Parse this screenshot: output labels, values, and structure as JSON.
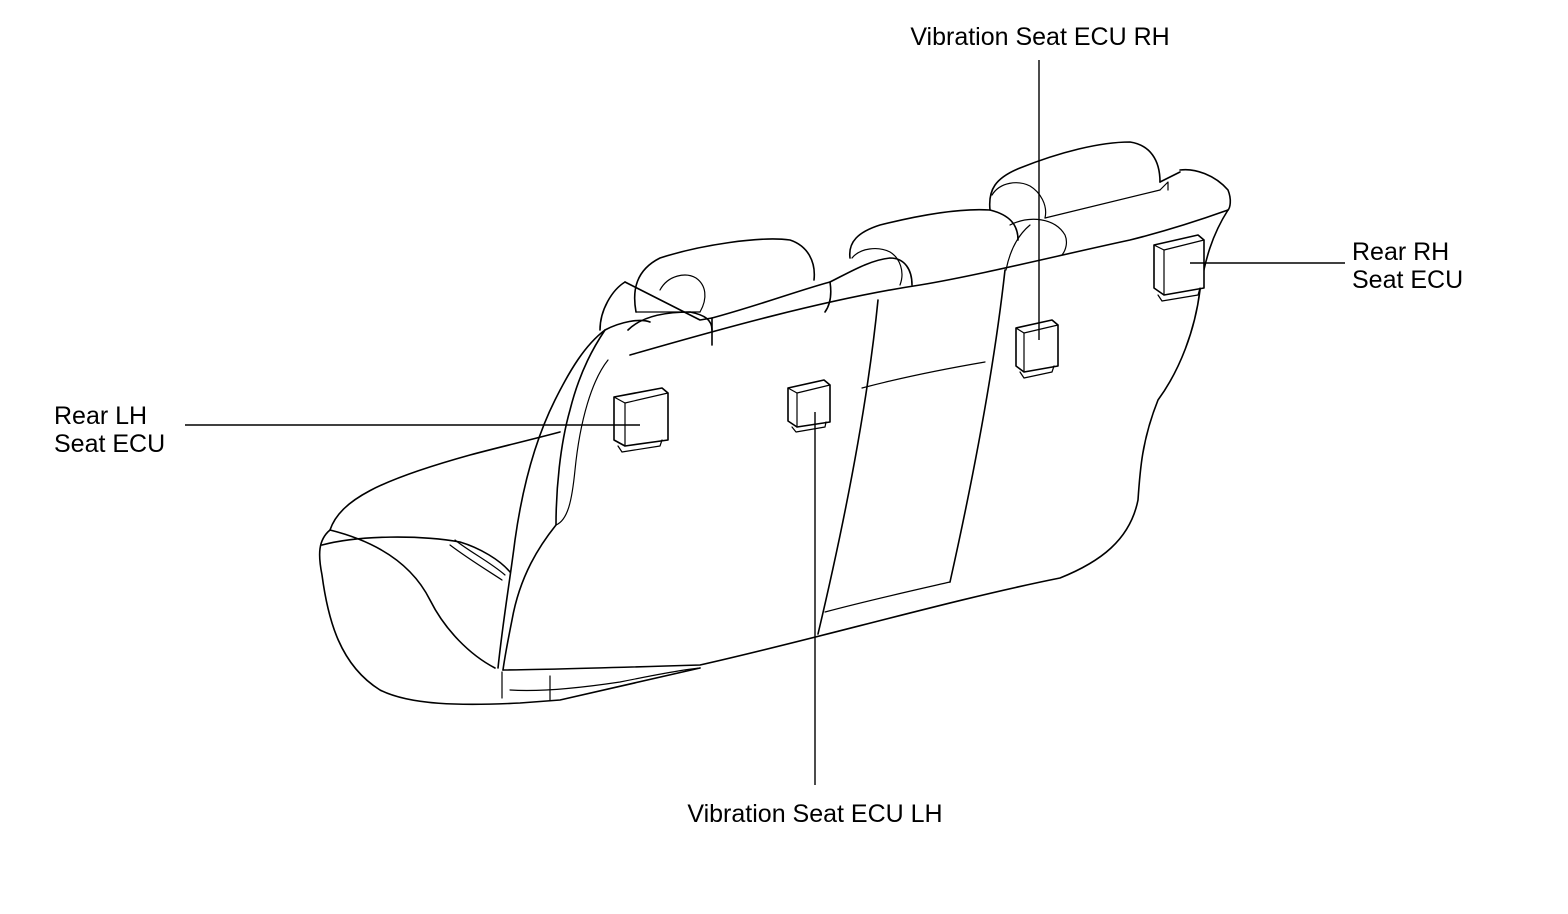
{
  "labels": {
    "vibration_seat_ecu_rh": "Vibration Seat ECU RH",
    "vibration_seat_ecu_lh": "Vibration Seat ECU LH",
    "rear_rh_seat_ecu": {
      "line1": "Rear RH",
      "line2": "Seat ECU"
    },
    "rear_lh_seat_ecu": {
      "line1": "Rear LH",
      "line2": "Seat ECU"
    }
  },
  "colors": {
    "line": "#000000",
    "background": "#ffffff"
  }
}
